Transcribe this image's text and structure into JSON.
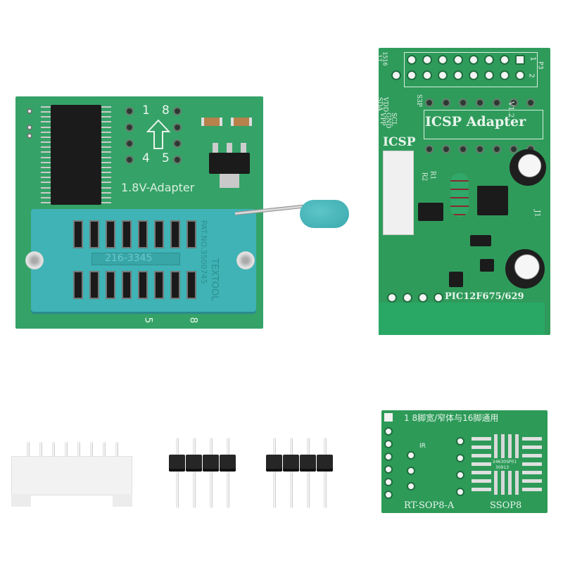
{
  "scene": {
    "description": "Product photo of EEPROM programmer adapter kit on white background",
    "background": "#ffffff",
    "pcb_color": "#2e9e5e",
    "socket_color": "#3fb3b5",
    "lever_knob_color": "#3fb0b5"
  },
  "boards": {
    "adapter_1v8": {
      "label": "1.8V-Adapter",
      "pin_labels": [
        "1",
        "8",
        "4",
        "5"
      ],
      "bottom_labels": [
        "5",
        "8"
      ],
      "socket": {
        "model_text": "216-3345",
        "brand_text": "TEXTOOL",
        "patent_text": "PAT.NO.3500745"
      }
    },
    "icsp_adapter": {
      "title": "ICSP Adapter",
      "connector_label": "ICSP",
      "pin_header_labels": [
        "15",
        "16",
        "17",
        "1",
        "2",
        "P3"
      ],
      "signal_labels": [
        "VDD",
        "SCL",
        "SDA",
        "GND",
        "VPP",
        "S3P"
      ],
      "version": "V1.2",
      "part_labels": [
        "R1",
        "R2",
        "J1"
      ],
      "chip_label": "PIC12F675/629"
    },
    "sop_adapter": {
      "top_label": "1 8脚宽/窄体与16脚通用",
      "marker_label": "IR",
      "chip_text_lines": [
        "24630SP01",
        "30913"
      ],
      "bottom_labels": [
        "RT-SOP8-A",
        "SSOP8"
      ]
    }
  },
  "accessories": {
    "white_connector": {
      "pins": 8
    },
    "pin_headers": [
      {
        "pins": 4
      },
      {
        "pins": 4
      }
    ]
  }
}
